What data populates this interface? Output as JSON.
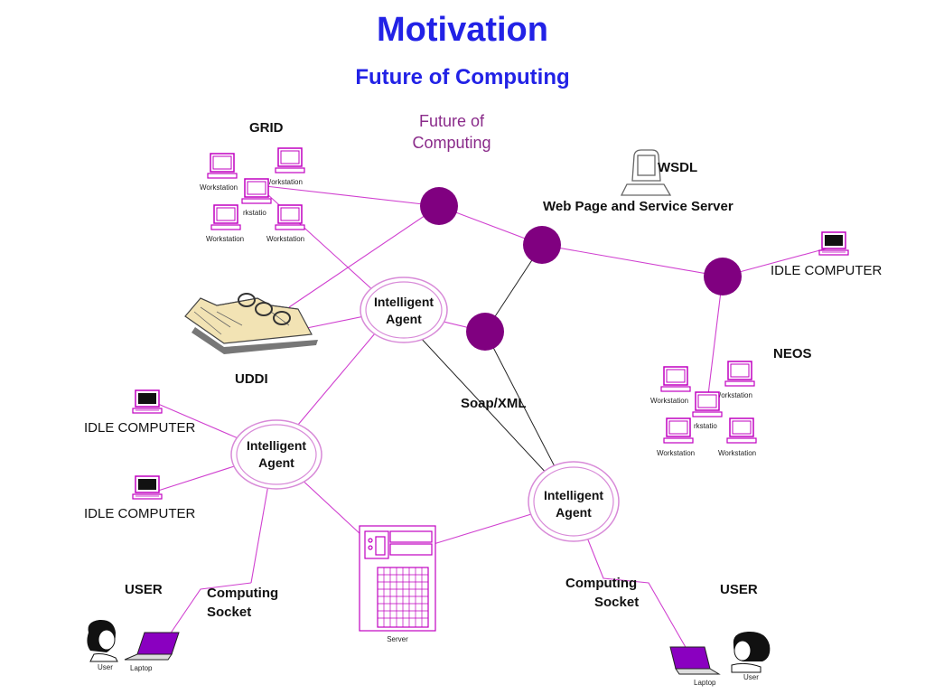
{
  "slide": {
    "title": "Motivation",
    "subtitle": "Future of Computing"
  },
  "diagram": {
    "center_label_line1": "Future of",
    "center_label_line2": "Computing",
    "grid_label": "GRID",
    "workstation_label": "Workstation",
    "workstation_partial_label": "rkstatio",
    "workstation_partial_label_top": "/orkstation",
    "wsdl_label": "WSDL",
    "web_server_label": "Web Page and Service Server",
    "idle_computer_label": "IDLE COMPUTER",
    "neos_label": "NEOS",
    "uddi_label": "UDDI",
    "soap_label": "Soap/XML",
    "agent_line1": "Intelligent",
    "agent_line2": "Agent",
    "user_label": "USER",
    "socket_line1": "Computing",
    "socket_line2": "Socket",
    "server_label": "Server",
    "laptop_label": "Laptop",
    "user_small_label": "User"
  },
  "colors": {
    "title": "#2222e6",
    "node": "#800080",
    "link": "#d040d0",
    "device": "#c000c0"
  }
}
